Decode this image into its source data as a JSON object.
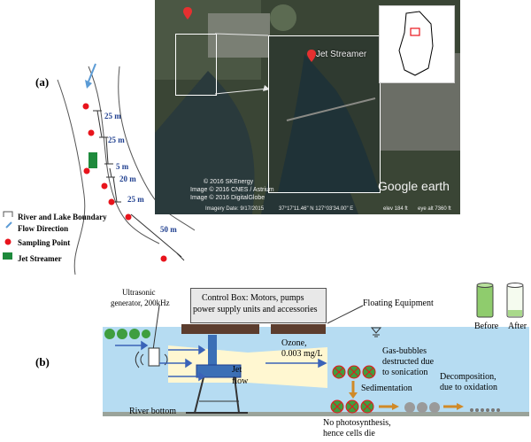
{
  "panel_labels": {
    "a": "(a)",
    "b": "(b)"
  },
  "map": {
    "distances": [
      "25 m",
      "25 m",
      "5 m",
      "20 m",
      "25 m",
      "50 m"
    ],
    "legend": [
      {
        "label": "River and Lake Boundary",
        "icon": "boundary-line"
      },
      {
        "label": "Flow Direction",
        "icon": "blue-arrow"
      },
      {
        "label": "Sampling Point",
        "icon": "red-dot"
      },
      {
        "label": "Jet Streamer",
        "icon": "green-rectangle"
      }
    ],
    "colors": {
      "sampling_point": "#e8141c",
      "jet_streamer": "#1e8a3c",
      "flow_arrow": "#5b9bd5"
    }
  },
  "satellite": {
    "jet_label": "Jet Streamer",
    "copyright": [
      "© 2016 SKEnergy",
      "Image © 2016 CNES / Astrium",
      "Image © 2016 DigitalGlobe"
    ],
    "google_earth": "Google earth",
    "status": {
      "imagery_date": "Imagery Date: 9/17/2015",
      "coords": "37°17'11.46\" N  127°03'34.00\" E",
      "elev": "elev   184 ft",
      "eye_alt": "eye alt   7360 ft"
    }
  },
  "schematic": {
    "ultrasonic": [
      "Ultrasonic",
      "generator, 200kHz"
    ],
    "control_box": [
      "Control Box: Motors, pumps",
      "power supply units and accessories"
    ],
    "floating": "Floating Equipment",
    "ozone": [
      "Ozone,",
      "0.003 mg/L"
    ],
    "jet_flow": [
      "Jet",
      "flow"
    ],
    "gas_bubbles": [
      "Gas-bubbles",
      "destructed due",
      "to sonication"
    ],
    "sedimentation": "Sedimentation",
    "decomposition": [
      "Decomposition,",
      "due to oxidation"
    ],
    "river_bottom": "River bottom",
    "no_photosynthesis": [
      "No photosynthesis,",
      "hence cells die"
    ],
    "before": "Before",
    "after": "After"
  }
}
